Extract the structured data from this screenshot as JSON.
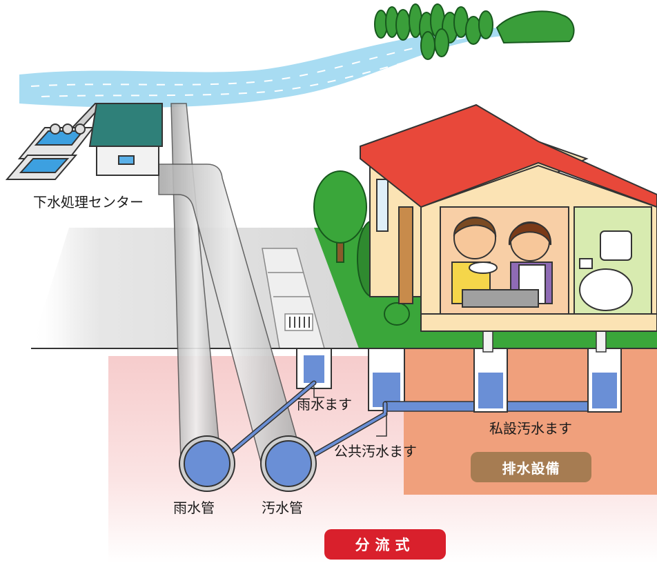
{
  "labels": {
    "treatment_center": "下水処理センター",
    "rain_inlet": "雨水ます",
    "public_sewage_inlet": "公共汚水ます",
    "private_sewage_inlet": "私設汚水ます",
    "drainage_facility": "排水設備",
    "storm_pipe": "雨水管",
    "sewage_pipe": "汚水管",
    "system_type": "分流式"
  },
  "colors": {
    "river": "#a8dcf2",
    "underground": "#f8d8d8",
    "private_zone": "#f0a07c",
    "water": "#6a8fd6",
    "lawn": "#3aa63a",
    "roof": "#e8483a",
    "wall": "#fbe3b4",
    "drainage_badge": "#a67c52",
    "system_badge": "#d9202c"
  }
}
